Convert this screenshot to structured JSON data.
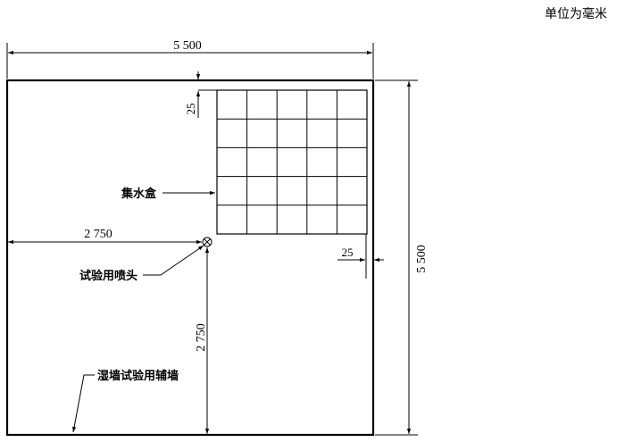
{
  "unit_note": "单位为毫米",
  "dimensions": {
    "top_width": "5 500",
    "right_height": "5 500",
    "top_gap": "25",
    "right_gap": "25",
    "nozzle_from_left": "2 750",
    "nozzle_from_bottom": "2 750"
  },
  "labels": {
    "collector": "集水盒",
    "nozzle": "试验用喷头",
    "floor": "湿墙试验用辅墙"
  },
  "grid": {
    "rows": 5,
    "cols": 5
  },
  "colors": {
    "line": "#000000",
    "background": "#ffffff"
  }
}
